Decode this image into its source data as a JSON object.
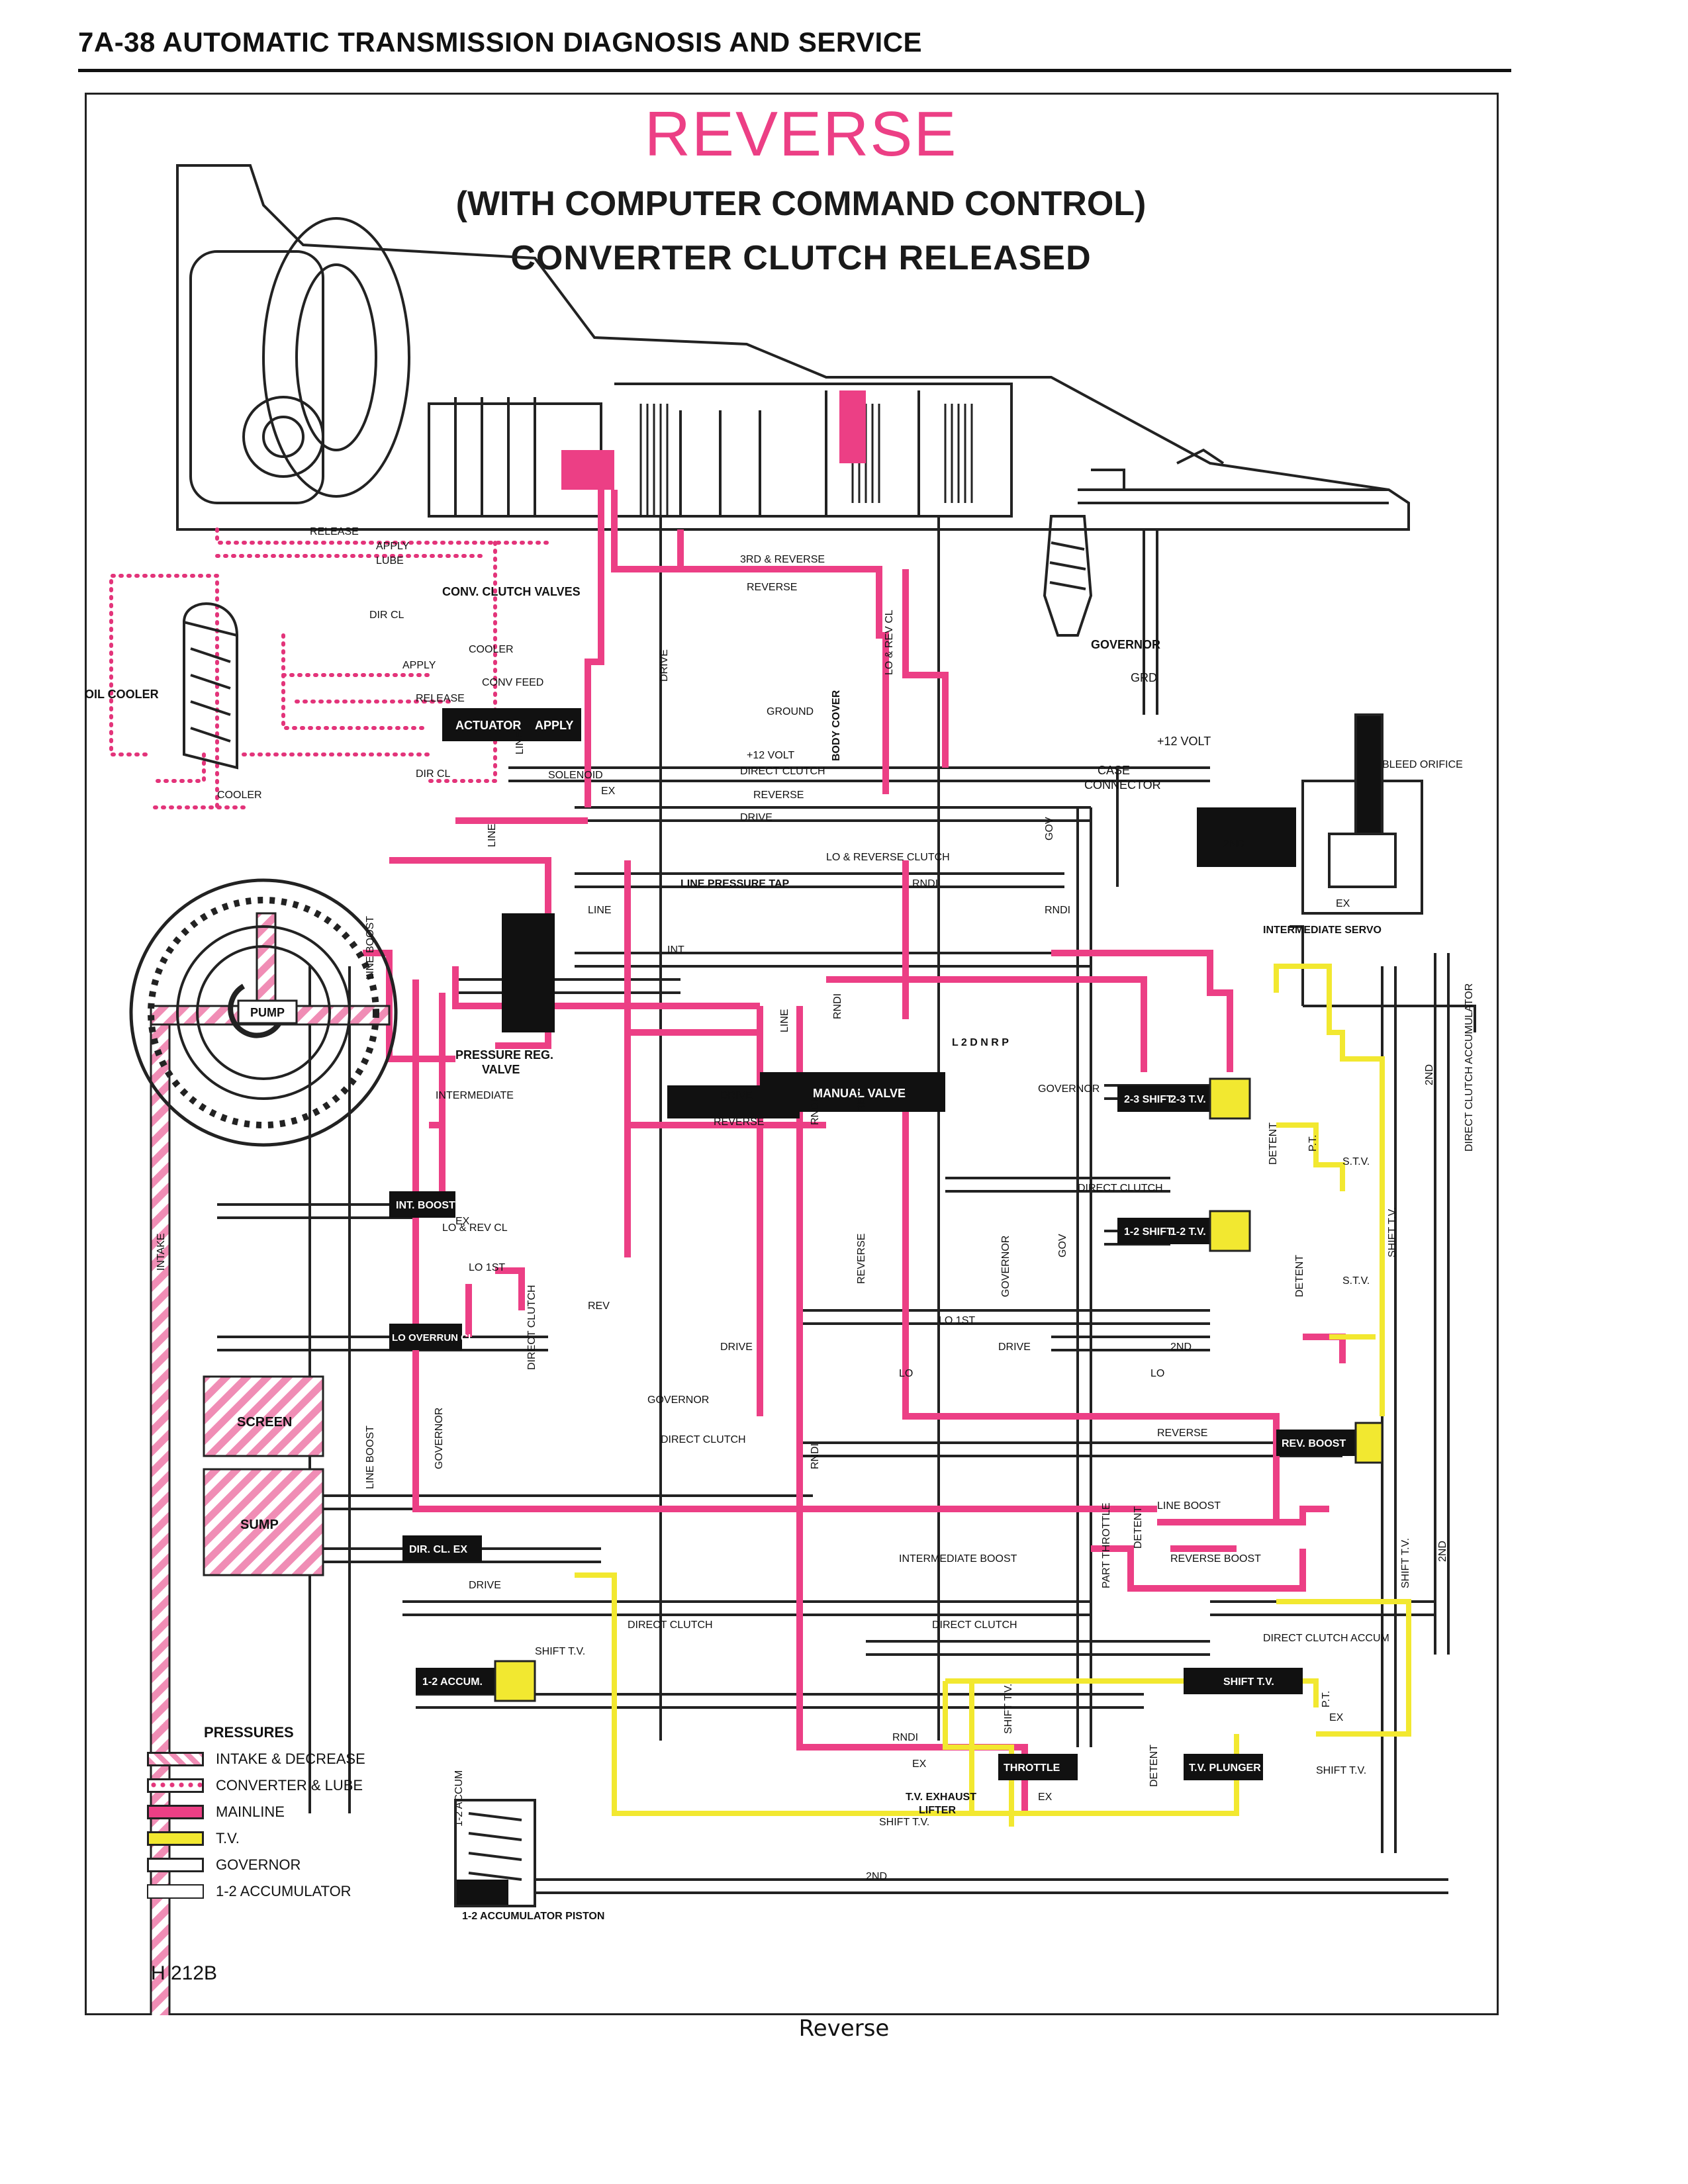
{
  "header": {
    "title": "7A-38 AUTOMATIC TRANSMISSION DIAGNOSIS AND SERVICE"
  },
  "title": {
    "main": "REVERSE",
    "line1": "(WITH COMPUTER COMMAND CONTROL)",
    "line2": "CONVERTER CLUTCH RELEASED"
  },
  "colors": {
    "mainline": "#ec3f85",
    "tv": "#f2e830",
    "intake": "#f08db5",
    "converter_dots": "#e3347a",
    "line": "#222222"
  },
  "components": {
    "conv_clutch_valves": "CONV. CLUTCH VALVES",
    "actuator": "ACTUATOR",
    "apply": "APPLY",
    "oil_cooler": "OIL COOLER",
    "pump": "PUMP",
    "pressure_reg_1": "PRESSURE REG.",
    "pressure_reg_2": "VALVE",
    "int_boost": "INT. BOOST",
    "lo_overrun": "LO OVERRUN CL.",
    "dir_cl": "DIR. CL. EX",
    "screen": "SCREEN",
    "sump": "SUMP",
    "accum_12": "1-2 ACCUM.",
    "accum_piston": "1-2 ACCUMULATOR PISTON",
    "manual_valve": "MANUAL VALVE",
    "line_pressure_tap": "LINE PRESSURE TAP",
    "solenoid": "SOLENOID",
    "governor": "GOVERNOR",
    "grd": "GRD",
    "plus12": "+12 VOLT",
    "case_connector_1": "CASE",
    "case_connector_2": "CONNECTOR",
    "bleed_orifice": "BLEED ORIFICE",
    "intermediate_servo": "INTERMEDIATE SERVO",
    "shift_23": "2-3 SHIFT",
    "tv_23": "2-3 T.V.",
    "shift_12": "1-2 SHIFT",
    "tv_12": "1-2 T.V.",
    "rev_boost": "REV. BOOST",
    "shift_tv": "SHIFT T.V.",
    "throttle": "THROTTLE",
    "tv_plunger": "T.V. PLUNGER",
    "tv_exhaust_1": "T.V. EXHAUST",
    "tv_exhaust_2": "LIFTER",
    "body_cover": "BODY COVER",
    "manual_positions": "L  2  D  N  R  P"
  },
  "passages": {
    "release": "RELEASE",
    "apply": "APPLY",
    "lube": "LUBE",
    "dir_cl": "DIR CL",
    "cooler": "COOLER",
    "conv_feed": "CONV FEED",
    "third_reverse": "3RD & REVERSE",
    "reverse": "REVERSE",
    "drive": "DRIVE",
    "lo_rev_cl": "LO & REV CL",
    "ground": "GROUND",
    "plus12": "+12 VOLT",
    "direct_clutch": "DIRECT CLUTCH",
    "lo_rev_clutch": "LO & REVERSE CLUTCH",
    "rnd": "RNDI",
    "line": "LINE",
    "int": "INT",
    "intermediate": "INTERMEDIATE",
    "lo_1st": "LO 1ST",
    "rev": "REV",
    "governor": "GOVERNOR",
    "lo": "LO",
    "line_boost": "LINE BOOST",
    "intermediate_boost": "INTERMEDIATE BOOST",
    "reverse_boost": "REVERSE BOOST",
    "direct_clutch_accum": "DIRECT CLUTCH ACCUM",
    "shift_tv": "SHIFT T.V.",
    "stv": "S.T.V.",
    "second": "2ND",
    "intake": "INTAKE",
    "detent": "DETENT",
    "part_throttle": "PART THROTTLE",
    "gov": "GOV",
    "pt": "P.T.",
    "ex": "EX",
    "direct_clutch_accumulator": "DIRECT CLUTCH ACCUMULATOR",
    "accum_12": "1-2 ACCUM"
  },
  "legend": {
    "title": "PRESSURES",
    "items": [
      {
        "label": "INTAKE & DECREASE",
        "style": "intake"
      },
      {
        "label": "CONVERTER & LUBE",
        "style": "converter"
      },
      {
        "label": "MAINLINE",
        "style": "mainline"
      },
      {
        "label": "T.V.",
        "style": "tv"
      },
      {
        "label": "GOVERNOR",
        "style": "governor"
      },
      {
        "label": "1-2 ACCUMULATOR",
        "style": "accum"
      }
    ]
  },
  "figure_id": "H 212B",
  "caption": "Reverse"
}
